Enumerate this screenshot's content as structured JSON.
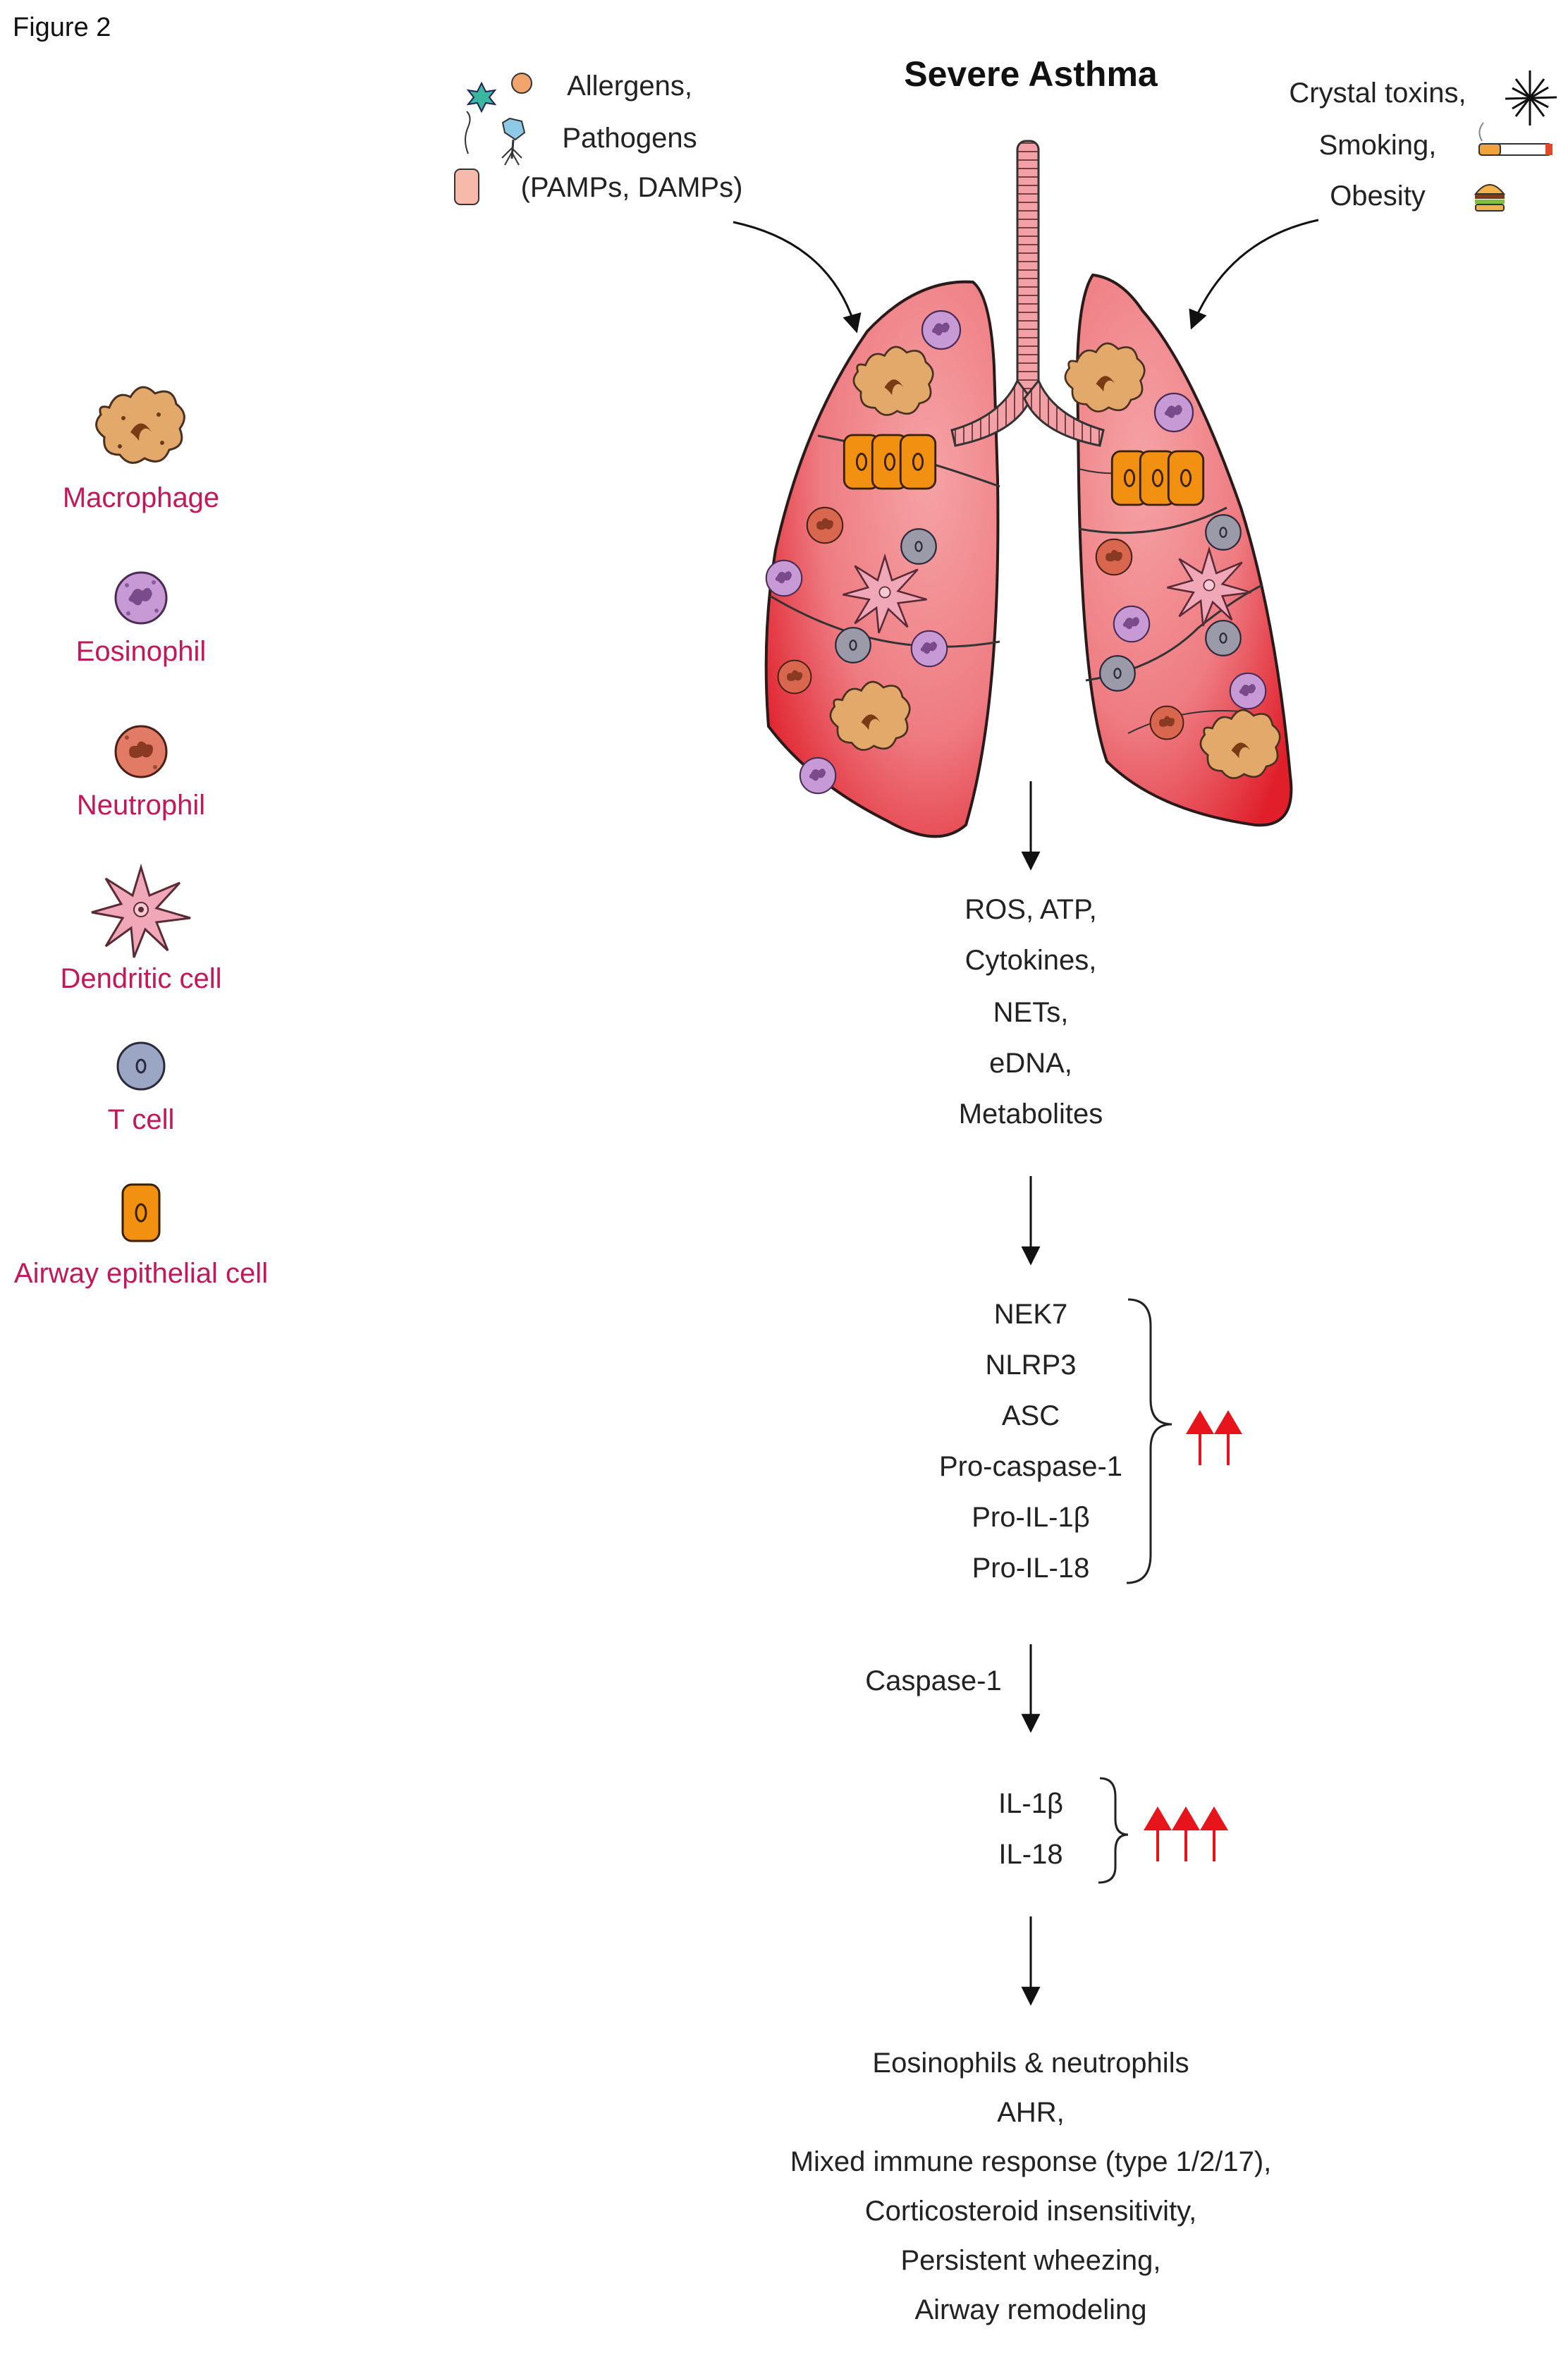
{
  "figure_label": "Figure 2",
  "title": "Severe Asthma",
  "triggers_left": [
    "Allergens,",
    "Pathogens",
    "(PAMPs, DAMPs)"
  ],
  "triggers_right": [
    "Crystal toxins,",
    "Smoking,",
    "Obesity"
  ],
  "legend": [
    {
      "label": "Macrophage",
      "icon": "macrophage-icon"
    },
    {
      "label": "Eosinophil",
      "icon": "eosinophil-icon"
    },
    {
      "label": "Neutrophil",
      "icon": "neutrophil-icon"
    },
    {
      "label": "Dendritic cell",
      "icon": "dendritic-cell-icon"
    },
    {
      "label": "T cell",
      "icon": "t-cell-icon"
    },
    {
      "label": "Airway epithelial cell",
      "icon": "epithelial-cell-icon"
    }
  ],
  "danger_signals": [
    "ROS, ATP,",
    "Cytokines,",
    "NETs,",
    "eDNA,",
    "Metabolites"
  ],
  "inflammasome": [
    "NEK7",
    "NLRP3",
    "ASC",
    "Pro-caspase-1",
    "Pro-IL-1β",
    "Pro-IL-18"
  ],
  "inflammasome_arrows": 2,
  "caspase_label": "Caspase-1",
  "cytokines": [
    "IL-1β",
    "IL-18"
  ],
  "cytokine_arrows": 3,
  "outcomes": [
    "Eosinophils & neutrophils",
    "AHR,",
    "Mixed immune response (type 1/2/17),",
    "Corticosteroid insensitivity,",
    "Persistent wheezing,",
    "Airway remodeling"
  ],
  "colors": {
    "legend_text": "#c2185b",
    "lung": "#ef7d84",
    "lung_dark": "#e0202c",
    "upregulation_arrow": "#e8141c",
    "epithelial": "#f29111"
  }
}
